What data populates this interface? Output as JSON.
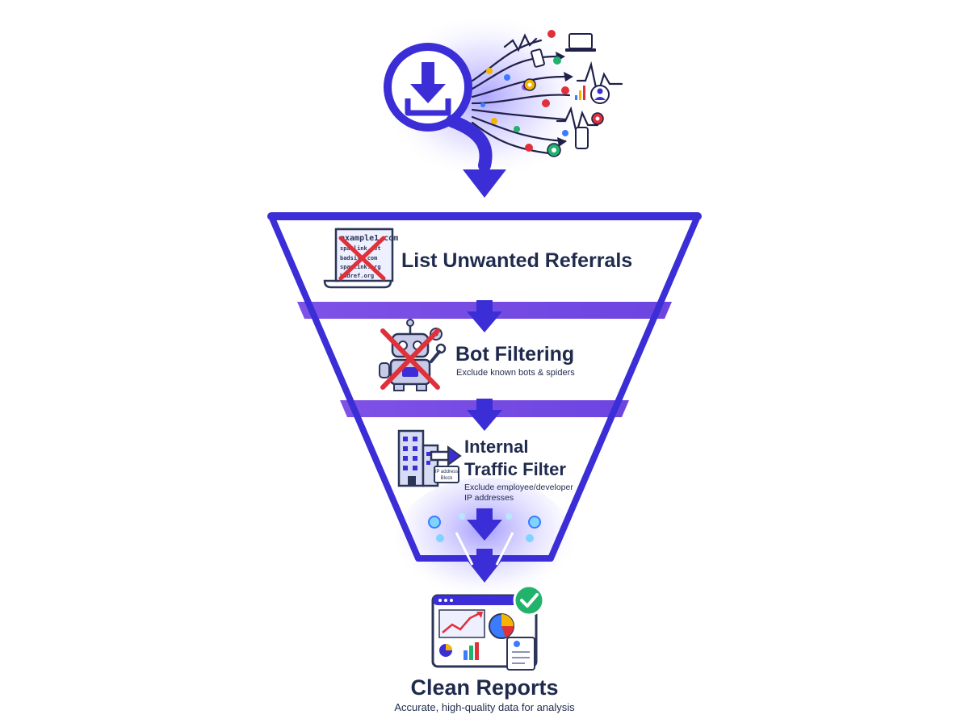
{
  "stages": [
    {
      "title": "List Unwanted Referrals",
      "subtitle": "",
      "icon": "document-cross-icon",
      "doc_lines": [
        "example1.com",
        "spamlink.net",
        "badsite.com",
        "spamlink.org",
        "badref.org"
      ]
    },
    {
      "title": "Bot Filtering",
      "subtitle": "Exclude known bots & spiders",
      "icon": "robot-cross-icon"
    },
    {
      "title_lines": [
        "Internal",
        "Traffic Filter"
      ],
      "subtitle_lines": [
        "Exclude employee/developer",
        "IP addresses"
      ],
      "icon": "office-building-icon",
      "badge_lines": [
        "IP address",
        "Block"
      ]
    }
  ],
  "output": {
    "title": "Clean Reports",
    "subtitle": "Accurate, high-quality data for analysis",
    "icon": "dashboard-report-icon"
  },
  "colors": {
    "primary": "#3b2ed6",
    "band": "#7b4fe0",
    "text": "#1f2a4d",
    "cross": "#e0303a",
    "check": "#21b26b"
  }
}
